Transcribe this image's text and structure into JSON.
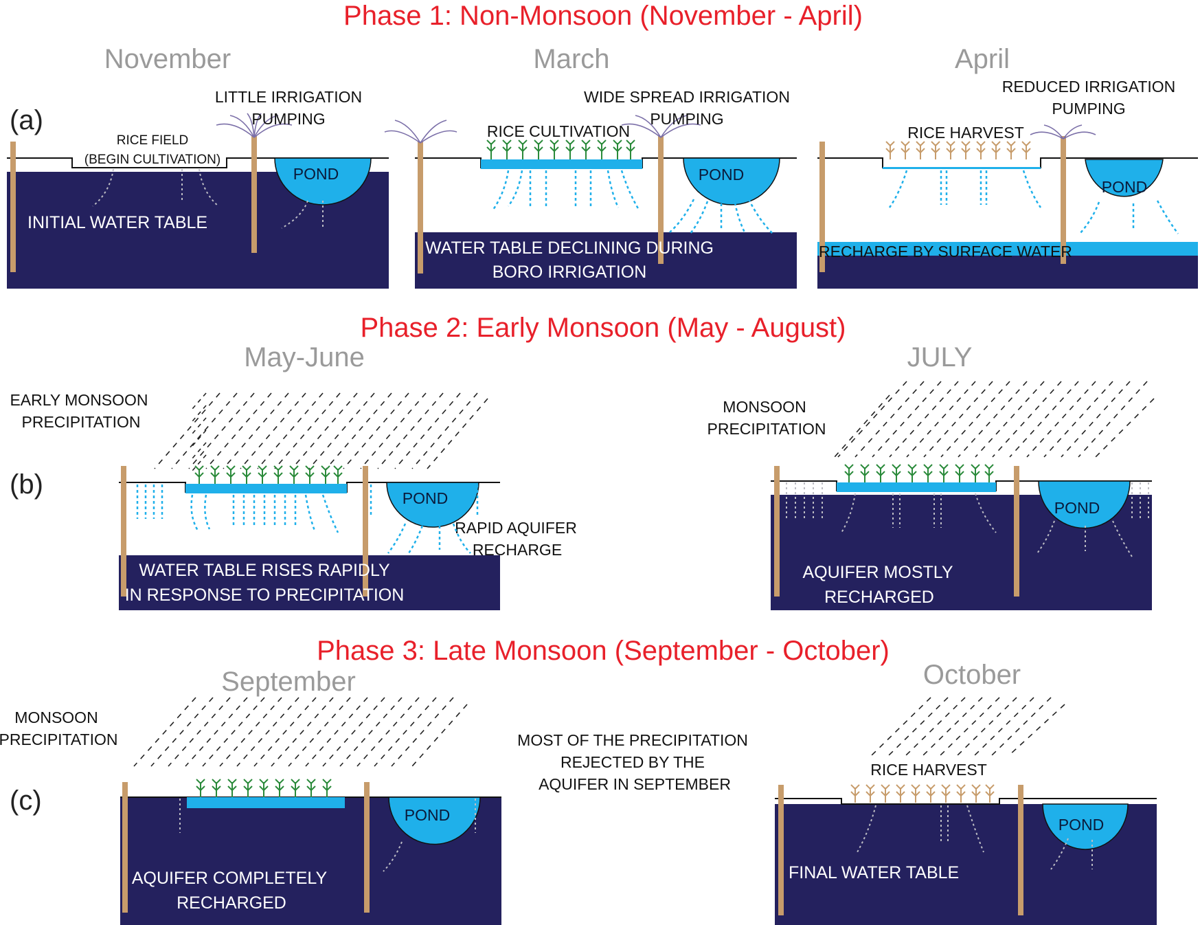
{
  "phases": {
    "p1": "Phase 1: Non-Monsoon (November - April)",
    "p2": "Phase 2: Early Monsoon (May - August)",
    "p3": "Phase 3: Late Monsoon (September - October)"
  },
  "panel_letters": {
    "a": "(a)",
    "b": "(b)",
    "c": "(c)"
  },
  "months": {
    "nov": "November",
    "mar": "March",
    "apr": "April",
    "mayjun": "May-June",
    "jul": "JULY",
    "sep": "September",
    "oct": "October"
  },
  "nov": {
    "pump_1": "LITTLE IRRIGATION",
    "pump_2": "PUMPING",
    "field_1": "RICE FIELD",
    "field_2": "(BEGIN CULTIVATION)",
    "pond": "POND",
    "table": "INITIAL WATER TABLE"
  },
  "mar": {
    "pump_1": "WIDE SPREAD IRRIGATION",
    "pump_2": "PUMPING",
    "crop": "RICE CULTIVATION",
    "pond": "POND",
    "table_1": "WATER TABLE DECLINING DURING",
    "table_2": "BORO  IRRIGATION"
  },
  "apr": {
    "pump_1": "REDUCED IRRIGATION",
    "pump_2": "PUMPING",
    "crop": "RICE HARVEST",
    "pond": "POND",
    "table": "RECHARGE BY SURFACE WATER"
  },
  "mayjun": {
    "precip_1": "EARLY MONSOON",
    "precip_2": "PRECIPITATION",
    "pond": "POND",
    "recharge_1": "RAPID AQUIFER",
    "recharge_2": "RECHARGE",
    "table_1": "WATER TABLE RISES RAPIDLY",
    "table_2": "IN RESPONSE TO PRECIPITATION"
  },
  "jul": {
    "precip_1": "MONSOON",
    "precip_2": "PRECIPITATION",
    "pond": "POND",
    "table_1": "AQUIFER  MOSTLY",
    "table_2": "RECHARGED"
  },
  "sep": {
    "precip_1": "MONSOON",
    "precip_2": "PRECIPITATION",
    "pond": "POND",
    "table_1": "AQUIFER COMPLETELY",
    "table_2": "RECHARGED"
  },
  "mid_note": {
    "line_1": "MOST OF THE PRECIPITATION",
    "line_2": "REJECTED BY THE",
    "line_3": "AQUIFER IN SEPTEMBER"
  },
  "oct": {
    "crop": "RICE HARVEST",
    "pond": "POND",
    "table": "FINAL WATER TABLE"
  },
  "colors": {
    "aquifer": "#24215e",
    "water": "#1fb0ea",
    "well": "#c79c6b",
    "phase_title": "#e8202a",
    "month_title": "#9a9a9a"
  }
}
